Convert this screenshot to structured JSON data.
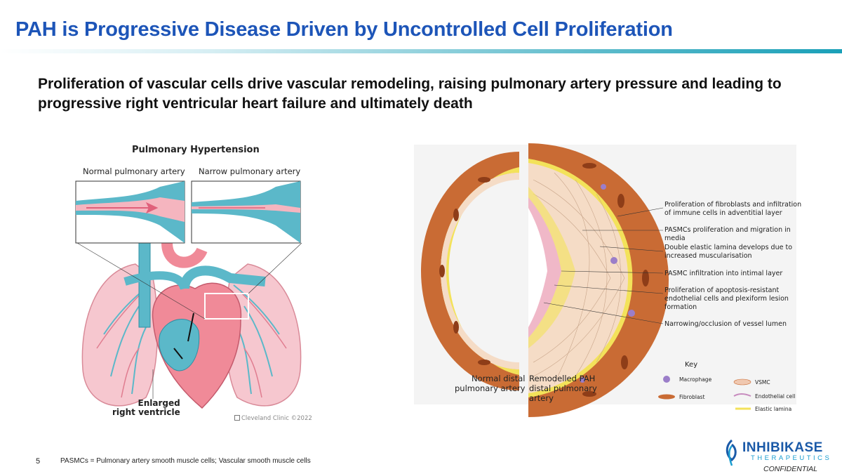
{
  "slide": {
    "title": "PAH is Progressive Disease Driven by Uncontrolled Cell Proliferation",
    "subtitle": "Proliferation of vascular cells drive vascular remodeling, raising pulmonary artery pressure and leading to progressive right ventricular heart failure and ultimately death"
  },
  "left_figure": {
    "title": "Pulmonary Hypertension",
    "inset_normal": "Normal pulmonary artery",
    "inset_narrow": "Narrow pulmonary artery",
    "enlarged_line1": "Enlarged",
    "enlarged_line2": "right ventricle",
    "copyright_brand": "Cleveland Clinic",
    "copyright_year": "©2022"
  },
  "right_figure": {
    "annotations": [
      "Proliferation of fibroblasts and infiltration of immune cells in adventitial layer",
      "PASMCs proliferation and migration in media",
      "Double elastic lamina develops due to increased muscularisation",
      "PASMC infiltration into intimal layer",
      "Proliferation of apoptosis-resistant endothelial cells and plexiform lesion formation",
      "Narrowing/occlusion of vessel lumen"
    ],
    "normal_line1": "Normal distal",
    "normal_line2": "pulmonary artery",
    "remodelled_line1": "Remodelled PAH",
    "remodelled_line2": "distal pulmonary",
    "remodelled_line3": "artery",
    "key_title": "Key",
    "key": {
      "macrophage": "Macrophage",
      "fibroblast": "Fibroblast",
      "vsmc": "VSMC",
      "endothelial": "Endothelial cell",
      "elastic": "Elastic lamina"
    }
  },
  "footer": {
    "page_number": "5",
    "footnote": "PASMCs = Pulmonary artery smooth muscle cells; Vascular smooth muscle cells",
    "logo_name": "INHIBIKASE",
    "logo_sub": "THERAPEUTICS",
    "confidential": "CONFIDENTIAL"
  },
  "colors": {
    "title": "#1d55b8",
    "artery_blue": "#5bb8c9",
    "vessel_pink": "#f3a8b3",
    "adventitia": "#c96b34",
    "media": "#f5dcc6",
    "elastic": "#f3e25a"
  }
}
